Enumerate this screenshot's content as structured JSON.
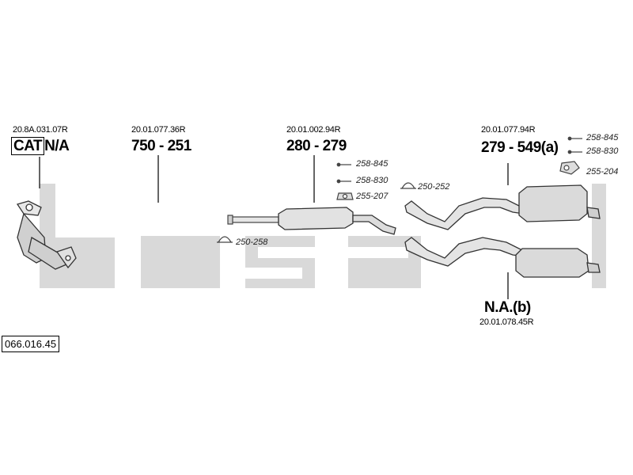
{
  "reference_code": "066.016.45",
  "brand_watermark": "bosal",
  "parts": [
    {
      "oe": "20.8A.031.07R",
      "cat_label": "CAT",
      "main": "N/A"
    },
    {
      "oe": "20.01.077.36R",
      "main": "750 - 251"
    },
    {
      "oe": "20.01.002.94R",
      "main": "280 - 279"
    },
    {
      "oe": "20.01.077.94R",
      "main": "279 - 549(a)"
    },
    {
      "oe": "20.01.078.45R",
      "main": "N.A.(b)"
    }
  ],
  "accessories": {
    "front_clamp": "250-258",
    "mid_bolt": "258-845",
    "mid_spring": "258-830",
    "mid_gasket": "255-207",
    "mid_clamp": "250-252",
    "rear_bolt": "258-845",
    "rear_spring": "258-830",
    "rear_hanger": "255-204"
  }
}
